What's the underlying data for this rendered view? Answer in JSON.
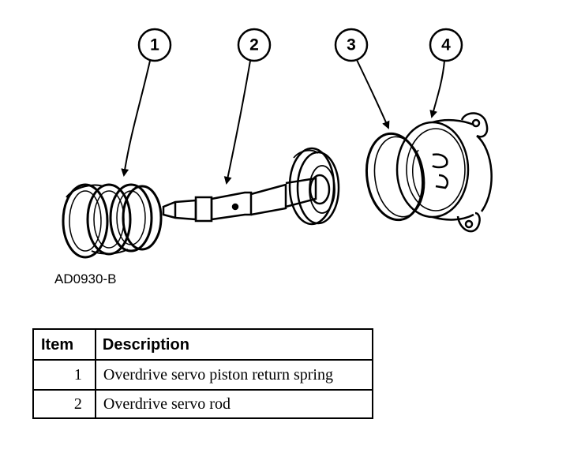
{
  "callouts": [
    "1",
    "2",
    "3",
    "4"
  ],
  "figure_code": "AD0930-B",
  "table": {
    "headers": [
      "Item",
      "Description"
    ],
    "rows": [
      {
        "item": "1",
        "description": "Overdrive servo piston return spring"
      },
      {
        "item": "2",
        "description": "Overdrive servo rod"
      }
    ]
  }
}
